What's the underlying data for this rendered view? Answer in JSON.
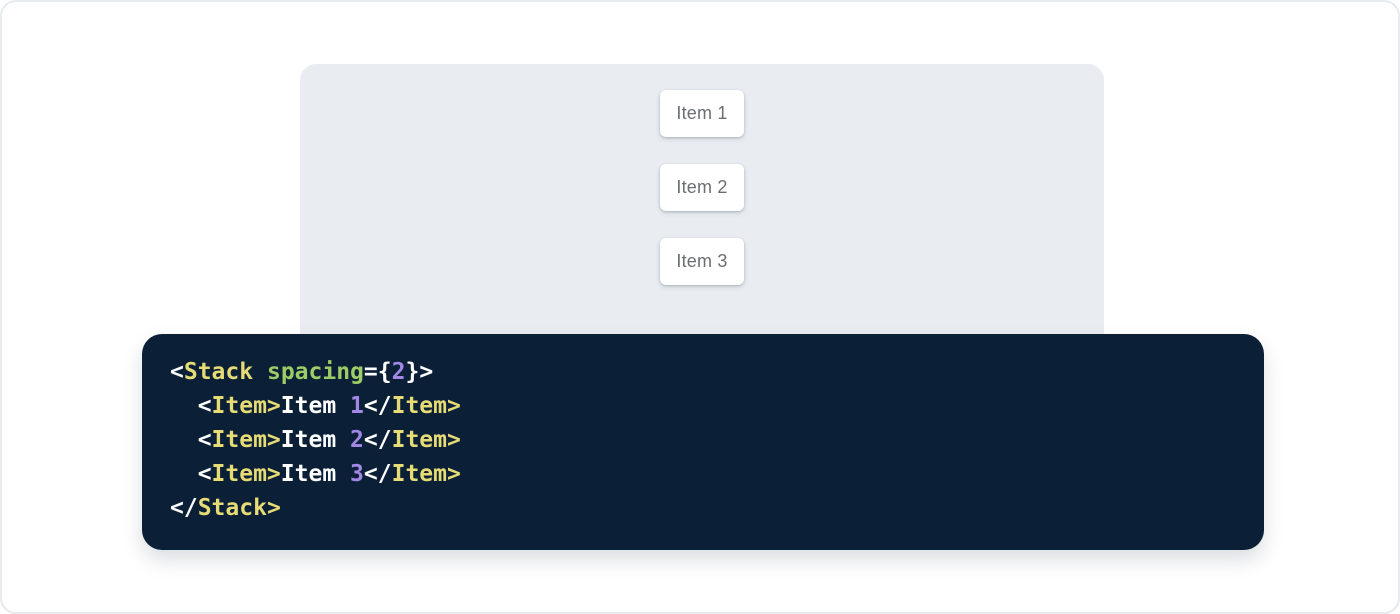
{
  "page": {
    "background": "#ffffff",
    "border_color": "#e7eaee"
  },
  "preview": {
    "background": "#e9edf2",
    "item_text_color": "#6b6e72",
    "items": [
      {
        "label": "Item 1"
      },
      {
        "label": "Item 2"
      },
      {
        "label": "Item 3"
      }
    ]
  },
  "code_block": {
    "background": "#0b2037",
    "colors": {
      "plain": "#ffffff",
      "tag": "#e6db74",
      "attr": "#9ccc65",
      "number": "#a287e5"
    },
    "lines": [
      [
        {
          "text": "<",
          "type": "plain"
        },
        {
          "text": "Stack",
          "type": "tag"
        },
        {
          "text": " ",
          "type": "plain"
        },
        {
          "text": "spacing",
          "type": "attr"
        },
        {
          "text": "={",
          "type": "plain"
        },
        {
          "text": "2",
          "type": "number"
        },
        {
          "text": "}>",
          "type": "plain"
        }
      ],
      [
        {
          "text": "  <",
          "type": "plain"
        },
        {
          "text": "Item>",
          "type": "tag"
        },
        {
          "text": "Item ",
          "type": "plain"
        },
        {
          "text": "1",
          "type": "number"
        },
        {
          "text": "</",
          "type": "plain"
        },
        {
          "text": "Item>",
          "type": "tag"
        }
      ],
      [
        {
          "text": "  <",
          "type": "plain"
        },
        {
          "text": "Item>",
          "type": "tag"
        },
        {
          "text": "Item ",
          "type": "plain"
        },
        {
          "text": "2",
          "type": "number"
        },
        {
          "text": "</",
          "type": "plain"
        },
        {
          "text": "Item>",
          "type": "tag"
        }
      ],
      [
        {
          "text": "  <",
          "type": "plain"
        },
        {
          "text": "Item>",
          "type": "tag"
        },
        {
          "text": "Item ",
          "type": "plain"
        },
        {
          "text": "3",
          "type": "number"
        },
        {
          "text": "</",
          "type": "plain"
        },
        {
          "text": "Item>",
          "type": "tag"
        }
      ],
      [
        {
          "text": "</",
          "type": "plain"
        },
        {
          "text": "Stack>",
          "type": "tag"
        }
      ]
    ]
  }
}
